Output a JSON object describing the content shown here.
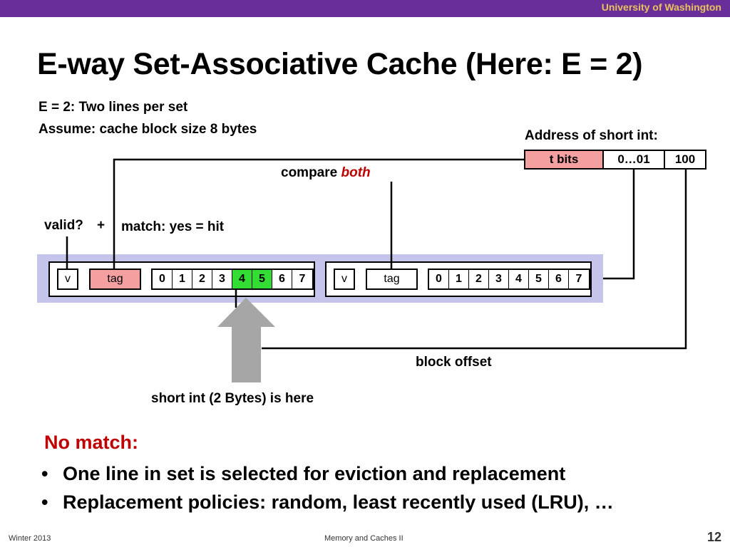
{
  "header": {
    "university": "University of Washington"
  },
  "title": "E-way Set-Associative Cache (Here: E = 2)",
  "intro": {
    "line1": "E = 2: Two lines per set",
    "line2": "Assume: cache block size 8 bytes"
  },
  "address": {
    "label": "Address of short int:",
    "fields": [
      "t bits",
      "0…01",
      "100"
    ]
  },
  "labels": {
    "compare_prefix": "compare ",
    "compare_emph": "both",
    "valid": "valid?",
    "plus": "+",
    "match": "match: yes = hit",
    "block_offset": "block offset",
    "short_int": "short int (2 Bytes) is here"
  },
  "cache_lines": [
    {
      "valid_label": "v",
      "tag_label": "tag",
      "bytes": [
        "0",
        "1",
        "2",
        "3",
        "4",
        "5",
        "6",
        "7"
      ],
      "highlighted": [
        "4",
        "5"
      ]
    },
    {
      "valid_label": "v",
      "tag_label": "tag",
      "bytes": [
        "0",
        "1",
        "2",
        "3",
        "4",
        "5",
        "6",
        "7"
      ],
      "highlighted": []
    }
  ],
  "no_match": {
    "heading": "No match:",
    "bullets": [
      "One line in set is selected for eviction and replacement",
      "Replacement policies: random, least recently used (LRU), …"
    ]
  },
  "footer": {
    "left": "Winter 2013",
    "center": "Memory and Caches II",
    "page": "12"
  },
  "colors": {
    "topbar": "#6a2e9b",
    "university": "#e8c25a",
    "tag_highlight": "#f4a0a0",
    "byte_highlight": "#33dd33",
    "set_background": "#c5c5ec",
    "emphasis": "#c00000",
    "arrow": "#a6a6a6"
  }
}
